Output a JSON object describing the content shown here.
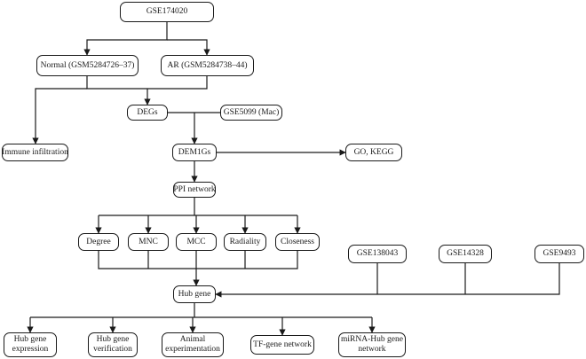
{
  "diagram": {
    "line_color": "#1a1a1a",
    "nodes": {
      "gse174020": "GSE174020",
      "normal": "Normal (GSM5284726–37)",
      "ar": "AR (GSM5284738–44)",
      "degs": "DEGs",
      "gse5099": "GSE5099 (Mac)",
      "immune": "Immune infiltration",
      "demigs": "DEM1Gs",
      "gokegg": "GO, KEGG",
      "ppi": "PPI network",
      "degree": "Degree",
      "mnc": "MNC",
      "mcc": "MCC",
      "radiality": "Radiality",
      "closeness": "Closeness",
      "gse138043": "GSE138043",
      "gse14328": "GSE14328",
      "gse9493": "GSE9493",
      "hub": "Hub gene",
      "hub_expr": "Hub gene expression",
      "hub_verif": "Hub gene verification",
      "animal": "Animal experimentation",
      "tf": "TF-gene network",
      "mirna": "miRNA-Hub gene network"
    }
  }
}
